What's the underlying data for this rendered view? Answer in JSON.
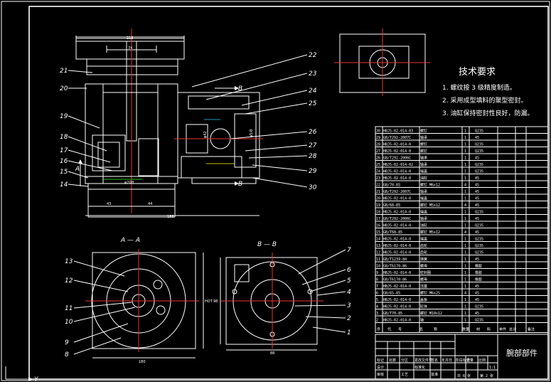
{
  "drawing": {
    "title": "腕部部件",
    "scale": "1:1",
    "sheet_info": [
      "共 6 张",
      "第 2 张"
    ],
    "tech_req_title": "技术要求",
    "tech_requirements": [
      "1. 螺纹按 3 级精度制造。",
      "2. 采用成型填料的聚型密封。",
      "3. 油缸保持密封性良好，防漏。"
    ],
    "section_labels": {
      "aa": "A — A",
      "bb": "B — B",
      "a_mark": "A",
      "b_mark": "B",
      "b_mark2": "B"
    },
    "dimensions": {
      "top_outer": "215",
      "top_inner": "74",
      "bottom_left": "43",
      "bottom_right": "44",
      "bottom_total": "188",
      "aa_width": "180",
      "aa_height": "HOT",
      "bb_width": "88",
      "bb_height": "98",
      "mid_d1": "φ42",
      "mid_d2": "φ5",
      "mid_d3": "φ5/8",
      "inner_d": "φ20H"
    },
    "callouts_main_left": [
      "21",
      "20",
      "19",
      "18",
      "17",
      "16",
      "15",
      "14"
    ],
    "callouts_main_right": [
      "22",
      "23",
      "24",
      "25",
      "26",
      "27",
      "28",
      "29",
      "30"
    ],
    "callouts_aa": [
      "13",
      "12",
      "11",
      "10",
      "9",
      "8"
    ],
    "callouts_bb": [
      "7",
      "6",
      "5",
      "4",
      "3",
      "2",
      "1"
    ],
    "bom_rows": [
      {
        "no": "30",
        "code": "HBJ5-02-014-03",
        "name": "螺钉",
        "qty": "1",
        "mat": "Q235"
      },
      {
        "no": "29",
        "code": "GB/T292-2007C",
        "name": "轴承",
        "qty": "1",
        "mat": "45"
      },
      {
        "no": "28",
        "code": "HBJ5-02-014-0",
        "name": "螺钉",
        "qty": "1",
        "mat": "Q235"
      },
      {
        "no": "27",
        "code": "HBJ5-02-014-0",
        "name": "螺钉",
        "qty": "1",
        "mat": "Q235"
      },
      {
        "no": "26",
        "code": "GB/T292-2006C",
        "name": "轴承",
        "qty": "1",
        "mat": "45"
      },
      {
        "no": "25",
        "code": "HBJ5-02-014-02",
        "name": "轴承",
        "qty": "1",
        "mat": "Q235"
      },
      {
        "no": "24",
        "code": "HBJ5-02-014-0",
        "name": "端盖",
        "qty": "1",
        "mat": "Q235"
      },
      {
        "no": "23",
        "code": "HBJ5-02-014-0",
        "name": "油缸",
        "qty": "1",
        "mat": "45"
      },
      {
        "no": "22",
        "code": "GB/70-85",
        "name": "螺钉 M6x12",
        "qty": "4",
        "mat": "45"
      },
      {
        "no": "21",
        "code": "GB/T292-2007C",
        "name": "轴承",
        "qty": "1",
        "mat": "45"
      },
      {
        "no": "20",
        "code": "HBJ5-02-014-0",
        "name": "端盖",
        "qty": "1",
        "mat": "45"
      },
      {
        "no": "19",
        "code": "GB/68-85",
        "name": "螺钉 M5x12",
        "qty": "4",
        "mat": "45"
      },
      {
        "no": "18",
        "code": "HBJ5-02-014-0",
        "name": "端盖",
        "qty": "1",
        "mat": "Q235"
      },
      {
        "no": "17",
        "code": "GB/T292-2006C",
        "name": "轴承",
        "qty": "1",
        "mat": "45"
      },
      {
        "no": "16",
        "code": "HBJ5-02-014-0",
        "name": "油缸",
        "qty": "1",
        "mat": "Q235"
      },
      {
        "no": "15",
        "code": "GB/T68-85",
        "name": "螺钉 M5x12",
        "qty": "4",
        "mat": "45"
      },
      {
        "no": "14",
        "code": "HBJ5-02-014-0",
        "name": "端盖",
        "qty": "1",
        "mat": "Q235"
      },
      {
        "no": "13",
        "code": "HBJ5-02-014-0",
        "name": "齿轮",
        "qty": "1",
        "mat": "Q235"
      },
      {
        "no": "12",
        "code": "HBJ5-02-014-0",
        "name": "齿轮",
        "qty": "1",
        "mat": "Q235"
      },
      {
        "no": "11",
        "code": "GB/T1239-84",
        "name": "弹簧",
        "qty": "1",
        "mat": "45"
      },
      {
        "no": "10",
        "code": "GB/T6170-86",
        "name": "螺母",
        "qty": "1",
        "mat": "橡胶"
      },
      {
        "no": "9",
        "code": "HBJ5-02-014-0",
        "name": "密封圈",
        "qty": "1",
        "mat": "橡胶"
      },
      {
        "no": "8",
        "code": "GB/T6170-86",
        "name": "螺母",
        "qty": "1",
        "mat": "橡胶"
      },
      {
        "no": "7",
        "code": "HBJ5-02-014-0",
        "name": "活塞",
        "qty": "1",
        "mat": "45"
      },
      {
        "no": "6",
        "code": "GB/65-85",
        "name": "螺钉 M6x25",
        "qty": "4",
        "mat": "45"
      },
      {
        "no": "5",
        "code": "HBJ5-02-014-0",
        "name": "盖板",
        "qty": "1",
        "mat": "45"
      },
      {
        "no": "4",
        "code": "HBJ5-02-014-0",
        "name": "缸体",
        "qty": "1",
        "mat": "Q235"
      },
      {
        "no": "3",
        "code": "GB/T70-85",
        "name": "螺钉 M10x12",
        "qty": "1",
        "mat": "45"
      },
      {
        "no": "2",
        "code": "HBJ5-02-014-0",
        "name": "轴",
        "qty": "1",
        "mat": "Q235"
      }
    ],
    "bom_header": [
      "序",
      "代",
      "号",
      "名",
      "称",
      "数量",
      "材",
      "料",
      "单件",
      "总计",
      "备注"
    ],
    "title_block_labels": [
      "标记",
      "处数",
      "分区",
      "更改文件号",
      "签名",
      "年月日",
      "设计",
      "标准化",
      "阶段标记",
      "重量",
      "比例",
      "审核",
      "工艺",
      "批准"
    ],
    "axis_label": "Y",
    "colors": {
      "background": "#000000",
      "lines": "#ffffff",
      "centerline": "#e33333",
      "accent_cyan": "#33ccff",
      "accent_yellow": "#ffff00",
      "accent_green": "#33ff33"
    }
  }
}
